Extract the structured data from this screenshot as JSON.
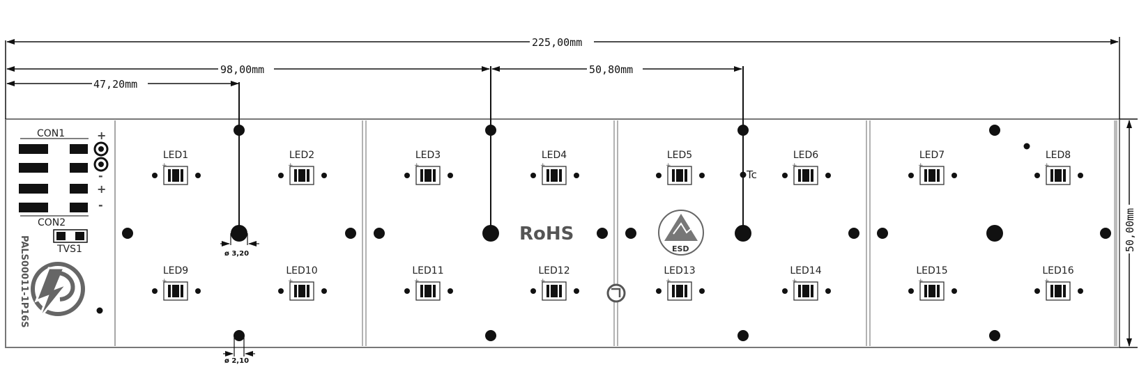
{
  "dimensions": {
    "total_width": "225,00mm",
    "dim_98": "98,00mm",
    "dim_47": "47,20mm",
    "dim_50_80": "50,80mm",
    "height": "50,00mm",
    "hole_large": "ø 3,20",
    "hole_small": "ø 2,10"
  },
  "connectors": {
    "con1": "CON1",
    "con2": "CON2",
    "tvs": "TVS1",
    "plus": "+",
    "minus": "-"
  },
  "part_number": "PALS00011-1P16S",
  "rohs": "RoHS",
  "esd": "ESD",
  "tc": "Tc",
  "leds": [
    "LED1",
    "LED2",
    "LED3",
    "LED4",
    "LED5",
    "LED6",
    "LED7",
    "LED8",
    "LED9",
    "LED10",
    "LED11",
    "LED12",
    "LED13",
    "LED14",
    "LED15",
    "LED16"
  ],
  "colors": {
    "line": "#111111",
    "board": "#ffffff",
    "outline": "#777777"
  }
}
